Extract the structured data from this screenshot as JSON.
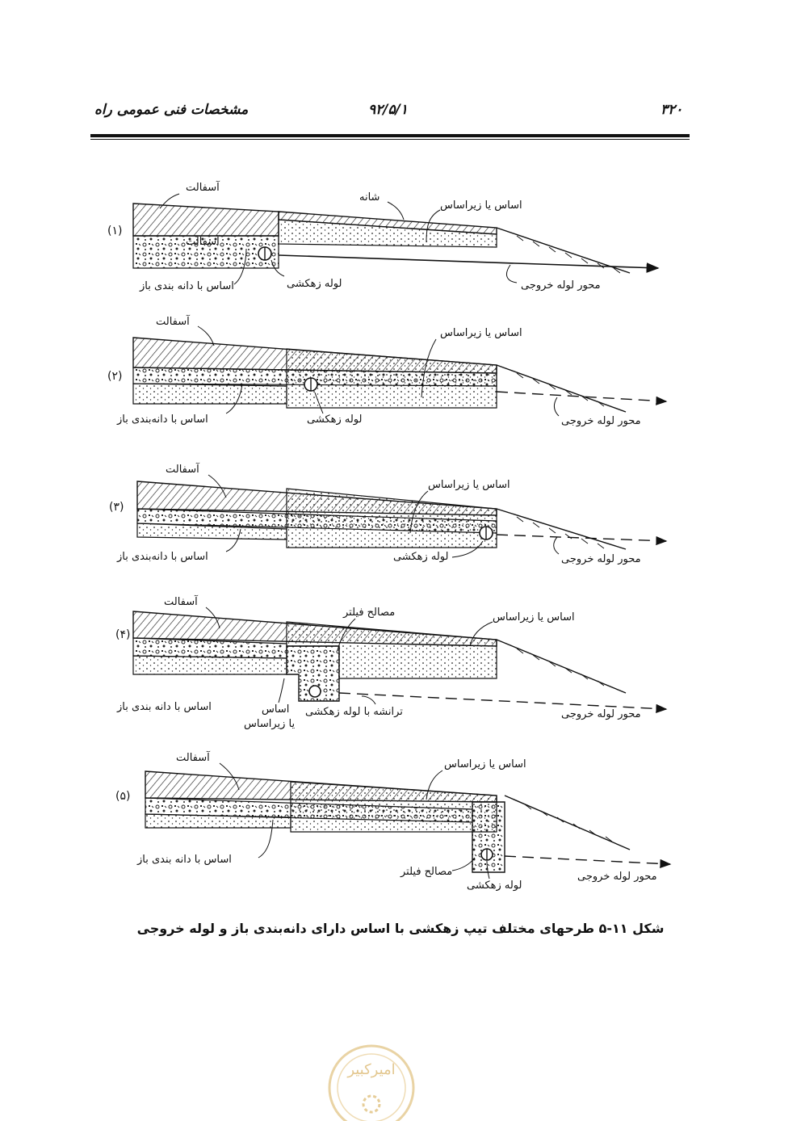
{
  "header": {
    "page_number": "۳۲۰",
    "date_code": "۹۲/۵/۱",
    "book_title": "مشخصات فنی عمومی راه"
  },
  "figure": {
    "caption": "شکل ۱۱-۵ طرحهای مختلف تیپ زهکشی با اساس دارای دانه‌بندی باز و لوله خروجی",
    "panels": [
      {
        "number": "(۱)",
        "labels": {
          "asphalt": "آسفالت",
          "shoulder": "شانه",
          "base_subbase": "اساس یا زیراساس",
          "asphalt_inner": "آسفالت",
          "open_graded_base": "اساس با دانه بندی باز",
          "drain_pipe": "لوله زهکشی",
          "outlet_pipe_axis": "محور لوله خروجی"
        }
      },
      {
        "number": "(۲)",
        "labels": {
          "asphalt": "آسفالت",
          "base_subbase": "اساس یا زیراساس",
          "open_graded_base": "اساس با دانه‌بندی باز",
          "drain_pipe": "لوله زهکشی",
          "outlet_pipe_axis": "محور لوله خروجی"
        }
      },
      {
        "number": "(۳)",
        "labels": {
          "asphalt": "آسفالت",
          "base_subbase": "اساس یا زیراساس",
          "open_graded_base": "اساس با دانه‌بندی باز",
          "drain_pipe": "لوله زهکشی",
          "outlet_pipe_axis": "محور لوله خروجی"
        }
      },
      {
        "number": "(۴)",
        "labels": {
          "asphalt": "آسفالت",
          "filter_material": "مصالح فیلتر",
          "base_subbase": "اساس یا زیراساس",
          "open_graded_base": "اساس با دانه بندی باز",
          "base_line1": "اساس",
          "base_line2": "یا زیراساس",
          "drain_trench": "ترانشه با لوله زهکشی",
          "outlet_pipe_axis": "محور لوله خروجی"
        }
      },
      {
        "number": "(۵)",
        "labels": {
          "asphalt": "آسفالت",
          "base_subbase": "اساس یا زیراساس",
          "open_graded_base": "اساس با دانه بندی باز",
          "filter_material": "مصالح فیلتر",
          "drain_pipe": "لوله زهکشی",
          "outlet_pipe_axis": "محور لوله خروجی"
        }
      }
    ]
  },
  "watermark": {
    "seal_text": "امیرکبیر"
  }
}
